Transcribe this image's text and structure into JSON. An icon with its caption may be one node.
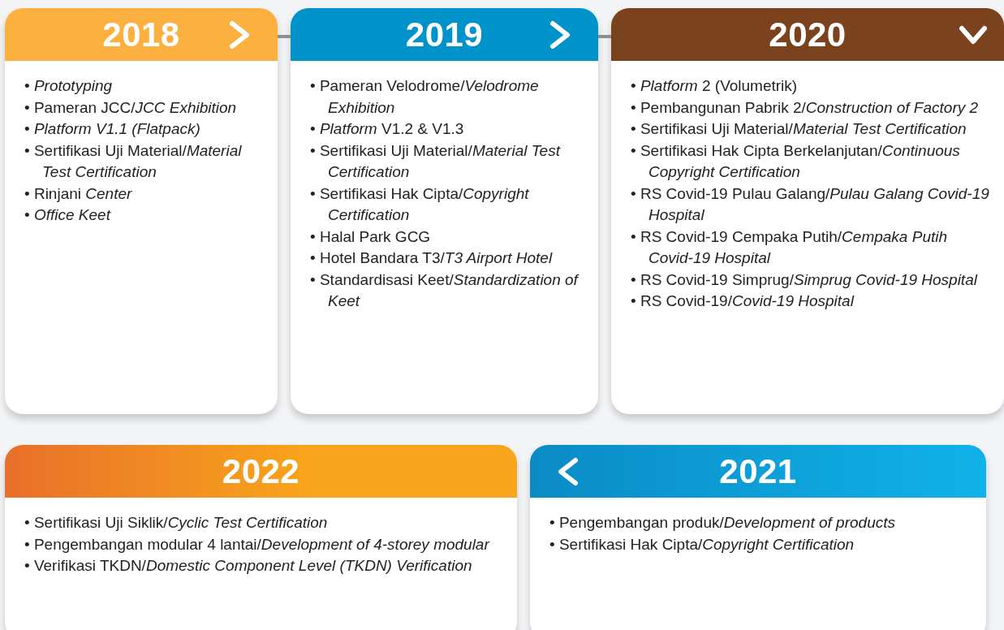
{
  "diagram": {
    "nodes": [
      {
        "text": [
          "2018",
          "• *Prototyping*",
          "• Pameran JCC/*JCC Exhibition*",
          "• *Platform V1.1 (Flatpack)*",
          "• Sertifikasi Uji Material/*Material Test Certification*",
          "• Rinjani *Center*",
          "• *Office Keet*"
        ]
      },
      {
        "text": [
          "2019",
          "• Pameran Velodrome/*Velodrome Exhibition*",
          "• *Platform* V1.2 & V1.3",
          "• Sertifikasi Uji Material/*Material Test Certification*",
          "• Sertifikasi Hak Cipta/*Copyright Certification*",
          "• Halal Park GCG",
          "• Hotel Bandara T3/*T3 Airport Hotel*",
          "• Standardisasi Keet/*Standardization of Keet*"
        ]
      },
      {
        "text": [
          "2020",
          "• *Platform* 2 (Volumetrik)",
          "• Pembangunan Pabrik 2/*Construction of Factory 2*",
          "• Sertifikasi Uji Material/*Material Test Certification*",
          "• Sertifikasi Hak Cipta Berkelanjutan/*Continuous Copyright Certification*",
          "• RS Covid-19 Pulau Galang/*Pulau Galang Covid-19 Hospital*",
          "• RS Covid-19 Cempaka Putih/*Cempaka Putih Covid-19 Hospital*",
          "• RS Covid-19 Simprug/*Simprug Covid-19 Hospital*",
          "• RS Covid-19/*Covid-19 Hospital*"
        ]
      },
      {
        "text": [
          "2022",
          "• Sertifikasi Uji Siklik/*Cyclic Test Certification*",
          "• Pengembangan modular 4 lantai/*Development of 4-storey modular*",
          "• Verifikasi TKDN/*Domestic Component Level (TKDN) Verification*"
        ]
      },
      {
        "text": [
          "2021",
          "• Pengembangan produk/*Development of products*",
          "• Sertifikasi Hak Cipta/*Copyright Certification*"
        ]
      }
    ],
    "edges": [
      {
        "from": 0,
        "to": 1,
        "arrow": "none"
      },
      {
        "from": 1,
        "to": 2,
        "arrow": "none"
      }
    ]
  }
}
